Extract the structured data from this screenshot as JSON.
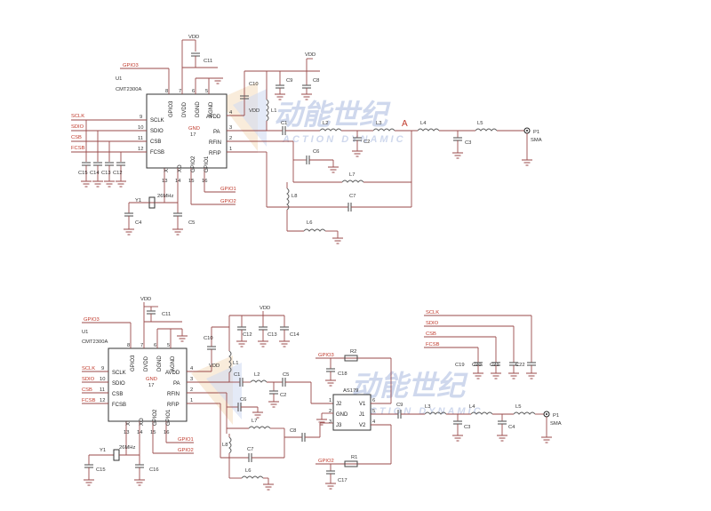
{
  "watermark": {
    "cn": "动能世纪",
    "en": "ACTION DYNAMIC"
  },
  "top": {
    "chip": {
      "ref": "U1",
      "part": "CMT2300A"
    },
    "left_pins": [
      {
        "num": "9",
        "name": "SCLK",
        "net": "SCLK"
      },
      {
        "num": "10",
        "name": "SDIO",
        "net": "SDIO"
      },
      {
        "num": "11",
        "name": "CSB",
        "net": "CSB"
      },
      {
        "num": "12",
        "name": "FCSB",
        "net": "FCSB"
      }
    ],
    "right_pins": [
      {
        "num": "4",
        "name": "AVDD"
      },
      {
        "num": "3",
        "name": "PA"
      },
      {
        "num": "2",
        "name": "RFIN"
      },
      {
        "num": "1",
        "name": "RFIP"
      }
    ],
    "top_pins": [
      {
        "num": "8",
        "name": "GPIO3"
      },
      {
        "num": "7",
        "name": "DVDD"
      },
      {
        "num": "6",
        "name": "DGND"
      },
      {
        "num": "5",
        "name": "AGND"
      }
    ],
    "bottom_pins": [
      {
        "num": "13",
        "name": "XI"
      },
      {
        "num": "14",
        "name": "XO"
      },
      {
        "num": "15",
        "name": "GPIO2"
      },
      {
        "num": "16",
        "name": "GPIO1"
      }
    ],
    "gnd_pad": {
      "name": "GND",
      "num": "17"
    },
    "vdd": "VDD",
    "gpio3": "GPIO3",
    "gpio1": "GPIO1",
    "gpio2": "GPIO2",
    "crystal": {
      "ref": "Y1",
      "freq": "26MHz"
    },
    "caps": {
      "c1": "C1",
      "c2": "C2",
      "c3": "C3",
      "c4": "C4",
      "c5": "C5",
      "c6": "C6",
      "c7": "C7",
      "c8": "C8",
      "c9": "C9",
      "c10": "C10",
      "c11": "C11",
      "c12": "C12",
      "c13": "C13",
      "c14": "C14",
      "c15": "C15"
    },
    "inds": {
      "l1": "L1",
      "l2": "L2",
      "l3": "L3",
      "l4": "L4",
      "l5": "L5",
      "l6": "L6",
      "l7": "L7",
      "l8": "L8"
    },
    "node_a": "A",
    "port": {
      "ref": "P1",
      "name": "SMA"
    }
  },
  "bottom": {
    "chip": {
      "ref": "U1",
      "part": "CMT2300A"
    },
    "left_pins": [
      {
        "num": "9",
        "name": "SCLK",
        "net": "SCLK"
      },
      {
        "num": "10",
        "name": "SDIO",
        "net": "SDIO"
      },
      {
        "num": "11",
        "name": "CSB",
        "net": "CSB"
      },
      {
        "num": "12",
        "name": "FCSB",
        "net": "FCSB"
      }
    ],
    "right_pins": [
      {
        "num": "4",
        "name": "AVDD"
      },
      {
        "num": "3",
        "name": "PA"
      },
      {
        "num": "2",
        "name": "RFIN"
      },
      {
        "num": "1",
        "name": "RFIP"
      }
    ],
    "top_pins": [
      {
        "num": "8",
        "name": "GPIO3"
      },
      {
        "num": "7",
        "name": "DVDD"
      },
      {
        "num": "6",
        "name": "DGND"
      },
      {
        "num": "5",
        "name": "AGND"
      }
    ],
    "bottom_pins": [
      {
        "num": "13",
        "name": "XI"
      },
      {
        "num": "14",
        "name": "XO"
      },
      {
        "num": "15",
        "name": "GPIO2"
      },
      {
        "num": "16",
        "name": "GPIO1"
      }
    ],
    "gnd_pad": {
      "name": "GND",
      "num": "17"
    },
    "vdd": "VDD",
    "gpio3": "GPIO3",
    "gpio1": "GPIO1",
    "gpio2": "GPIO2",
    "crystal": {
      "ref": "Y1",
      "freq": "26MHz"
    },
    "caps": {
      "c1": "C1",
      "c2": "C2",
      "c3": "C3",
      "c4": "C4",
      "c5": "C5",
      "c6": "C6",
      "c7": "C7",
      "c8": "C8",
      "c9": "C9",
      "c10": "C10",
      "c11": "C11",
      "c12": "C12",
      "c13": "C13",
      "c14": "C14",
      "c15": "C15",
      "c16": "C16",
      "c17": "C17",
      "c18": "C18",
      "c19": "C19",
      "c20": "C20",
      "c21": "C21",
      "c22": "C22"
    },
    "inds": {
      "l1": "L1",
      "l2": "L2",
      "l3": "L3",
      "l4": "L4",
      "l5": "L5",
      "l6": "L6",
      "l7": "L7",
      "l8": "L8"
    },
    "resistors": {
      "r1": "R1",
      "r2": "R2"
    },
    "switch": {
      "part": "AS179",
      "p1": "J2",
      "p2": "GND",
      "p3": "J3",
      "p4": "V1",
      "p5": "J1",
      "p6": "V2",
      "n1": "1",
      "n2": "2",
      "n3": "3",
      "n4": "6",
      "n5": "5",
      "n6": "4"
    },
    "gpio_sw1": "GPIO3",
    "gpio_sw2": "GPIO2",
    "spi_labels": [
      "SCLK",
      "SDIO",
      "CSB",
      "FCSB"
    ],
    "port": {
      "ref": "P1",
      "name": "SMA"
    }
  }
}
